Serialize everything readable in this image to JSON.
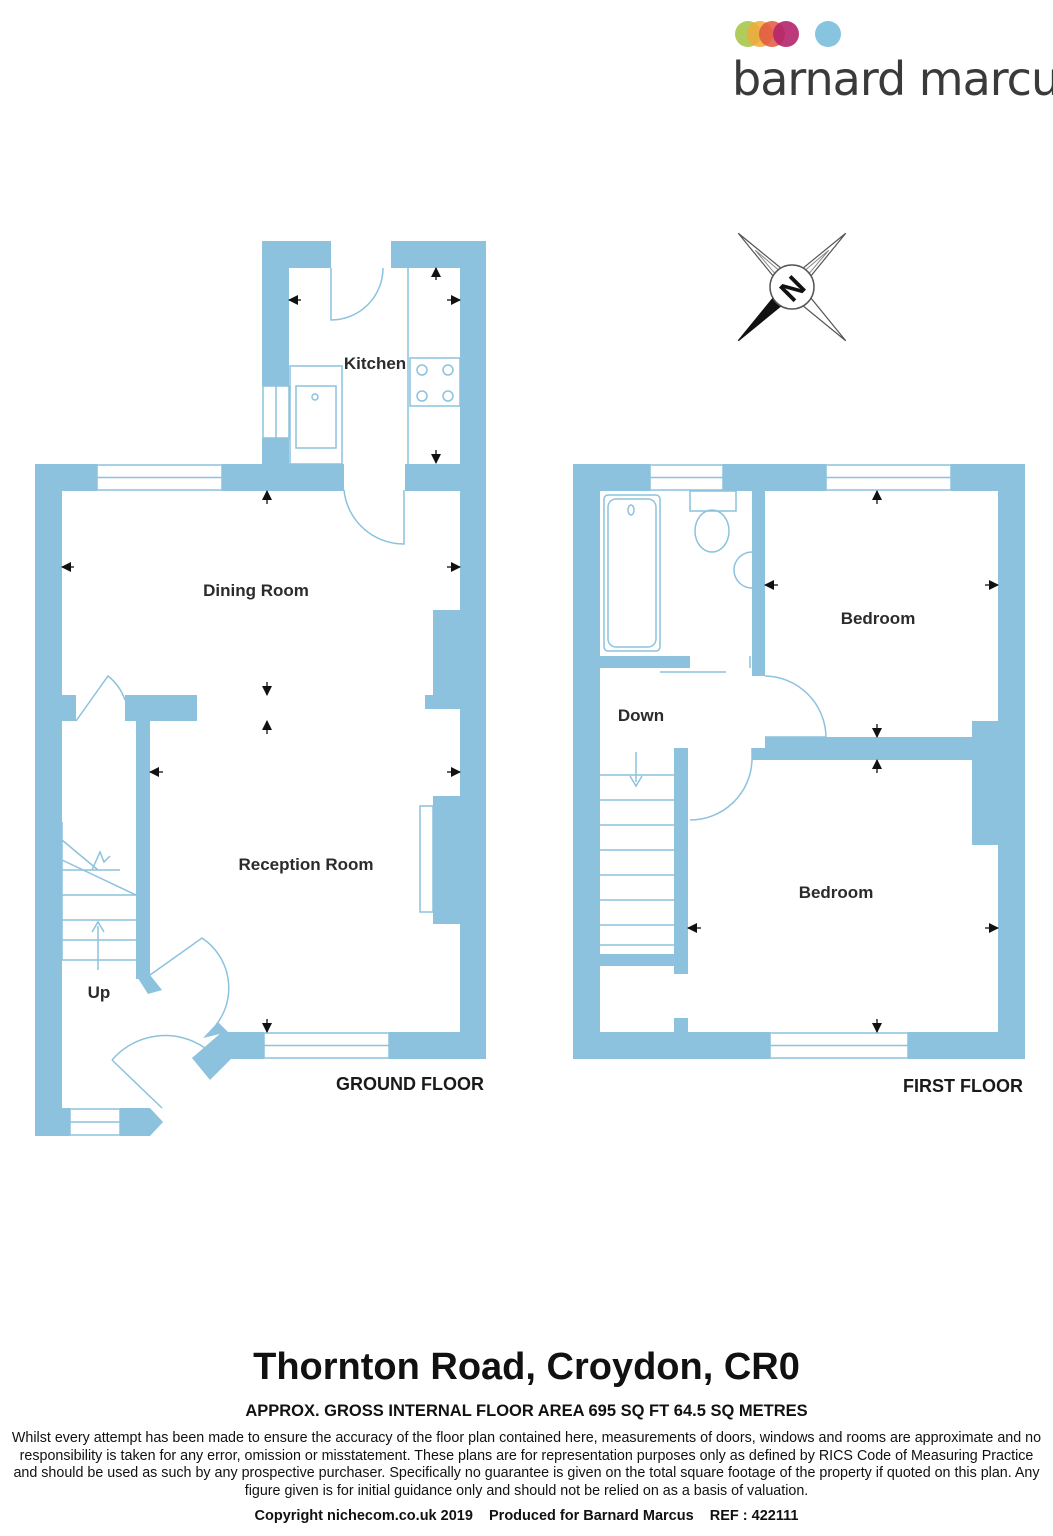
{
  "brand": {
    "name": "barnard marcus",
    "dot_colors": [
      "#a6c64a",
      "#f0a93a",
      "#e0573e",
      "#b5256a",
      "#86c4e0"
    ]
  },
  "compass": {
    "letter": "N"
  },
  "colors": {
    "wall": "#8cc2dd",
    "fixture_line": "#8cc2dd",
    "arrow": "#111111"
  },
  "floors": {
    "ground": {
      "label": "GROUND FLOOR",
      "rooms": {
        "kitchen": "Kitchen",
        "dining": "Dining Room",
        "reception": "Reception Room",
        "stairs": "Up"
      }
    },
    "first": {
      "label": "FIRST FLOOR",
      "rooms": {
        "bedroom_rear": "Bedroom",
        "bedroom_front": "Bedroom",
        "stairs": "Down"
      }
    }
  },
  "footer": {
    "title": "Thornton Road, Croydon, CR0",
    "area": "APPROX. GROSS INTERNAL FLOOR AREA 695 SQ FT 64.5 SQ METRES",
    "disclaimer": "Whilst every attempt has been made to ensure the accuracy of the floor plan contained here, measurements of doors, windows and rooms are approximate and no responsibility is taken for any error, omission or misstatement. These plans are for representation purposes only as defined by RICS Code of Measuring Practice and should be used as such by any prospective purchaser.  Specifically no guarantee is given on the total square footage of the property if quoted on this plan. Any figure given is for initial guidance only and should not be relied on as a basis of valuation.",
    "copyright": "Copyright nichecom.co.uk 2019    Produced for Barnard Marcus    REF : 422111"
  }
}
